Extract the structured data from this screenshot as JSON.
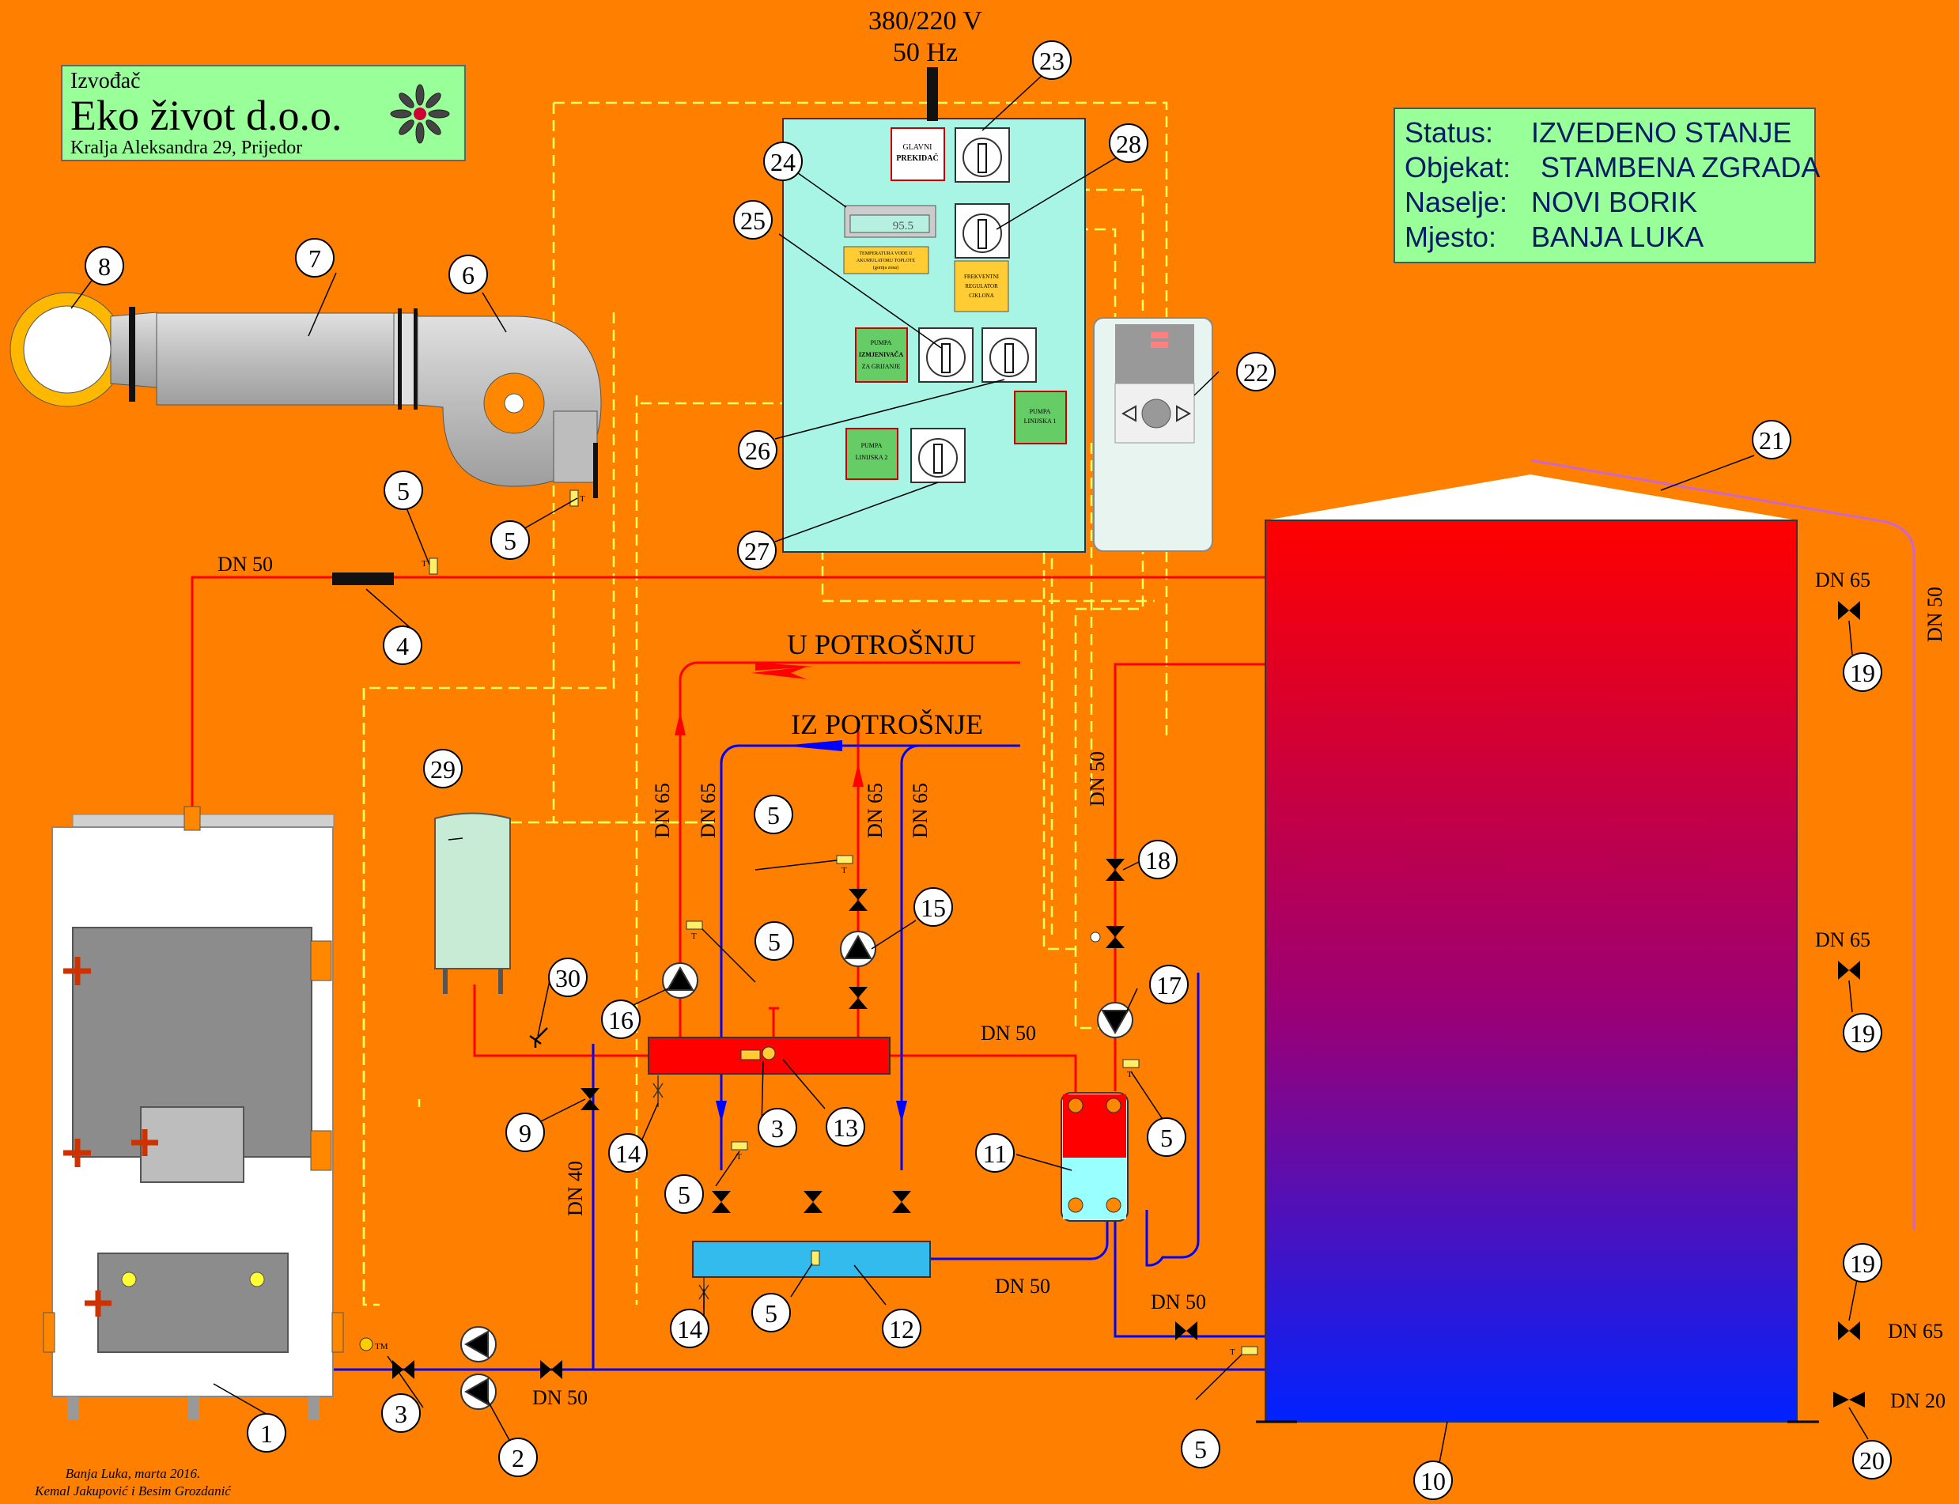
{
  "power_supply": {
    "voltage": "380/220 V",
    "frequency": "50 Hz"
  },
  "contractor": {
    "label": "Izvođač",
    "name": "Eko život d.o.o.",
    "address": "Kralja Aleksandra 29, Prijedor"
  },
  "info": {
    "status_label": "Status:",
    "status_value": "IZVEDENO STANJE",
    "object_label": "Objekat:",
    "object_value": "STAMBENA ZGRADA",
    "settlement_label": "Naselje:",
    "settlement_value": "NOVI BORIK",
    "place_label": "Mjesto:",
    "place_value": "BANJA LUKA"
  },
  "panel": {
    "main_switch": [
      "GLAVNI",
      "PREKIDAČ"
    ],
    "display_value": "95.5",
    "temp_label": [
      "TEMPERATURA VODE U",
      "AKUMULATORU TOPLOTE",
      "(gornja zona)"
    ],
    "vfd_label": [
      "FREKVENTNI",
      "REGULATOR",
      "CIKLONA"
    ],
    "pump_exchanger": [
      "PUMPA",
      "IZMJENIVAČA",
      "ZA GRIJANJE"
    ],
    "pump_line1": [
      "PUMPA",
      "LINIJSKA 1"
    ],
    "pump_line2": [
      "PUMPA",
      "LINIJSKA 2"
    ]
  },
  "flows": {
    "to_consumption": "U POTROŠNJU",
    "from_consumption": "IZ POTROŠNJE"
  },
  "pipe_labels": {
    "dn20": "DN 20",
    "dn40": "DN 40",
    "dn50": "DN 50",
    "dn65": "DN 65"
  },
  "sensor_labels": {
    "t": "T",
    "tm": "TM"
  },
  "numbers": [
    "1",
    "2",
    "3",
    "4",
    "5",
    "6",
    "7",
    "8",
    "9",
    "10",
    "11",
    "12",
    "13",
    "14",
    "15",
    "16",
    "17",
    "18",
    "19",
    "20",
    "21",
    "22",
    "23",
    "24",
    "25",
    "26",
    "27",
    "28",
    "29",
    "30"
  ],
  "footer": {
    "line1": "Banja Luka, marta 2016.",
    "line2": "Kemal Jakupović i Besim Grozdanić"
  },
  "colors": {
    "background": "#FF8000",
    "supply_pipe": "#FF0000",
    "return_pipe": "#0000FF",
    "control_wiring": "#FFFF66",
    "panel": "#A8F5E6",
    "info_box": "#99FF99"
  }
}
